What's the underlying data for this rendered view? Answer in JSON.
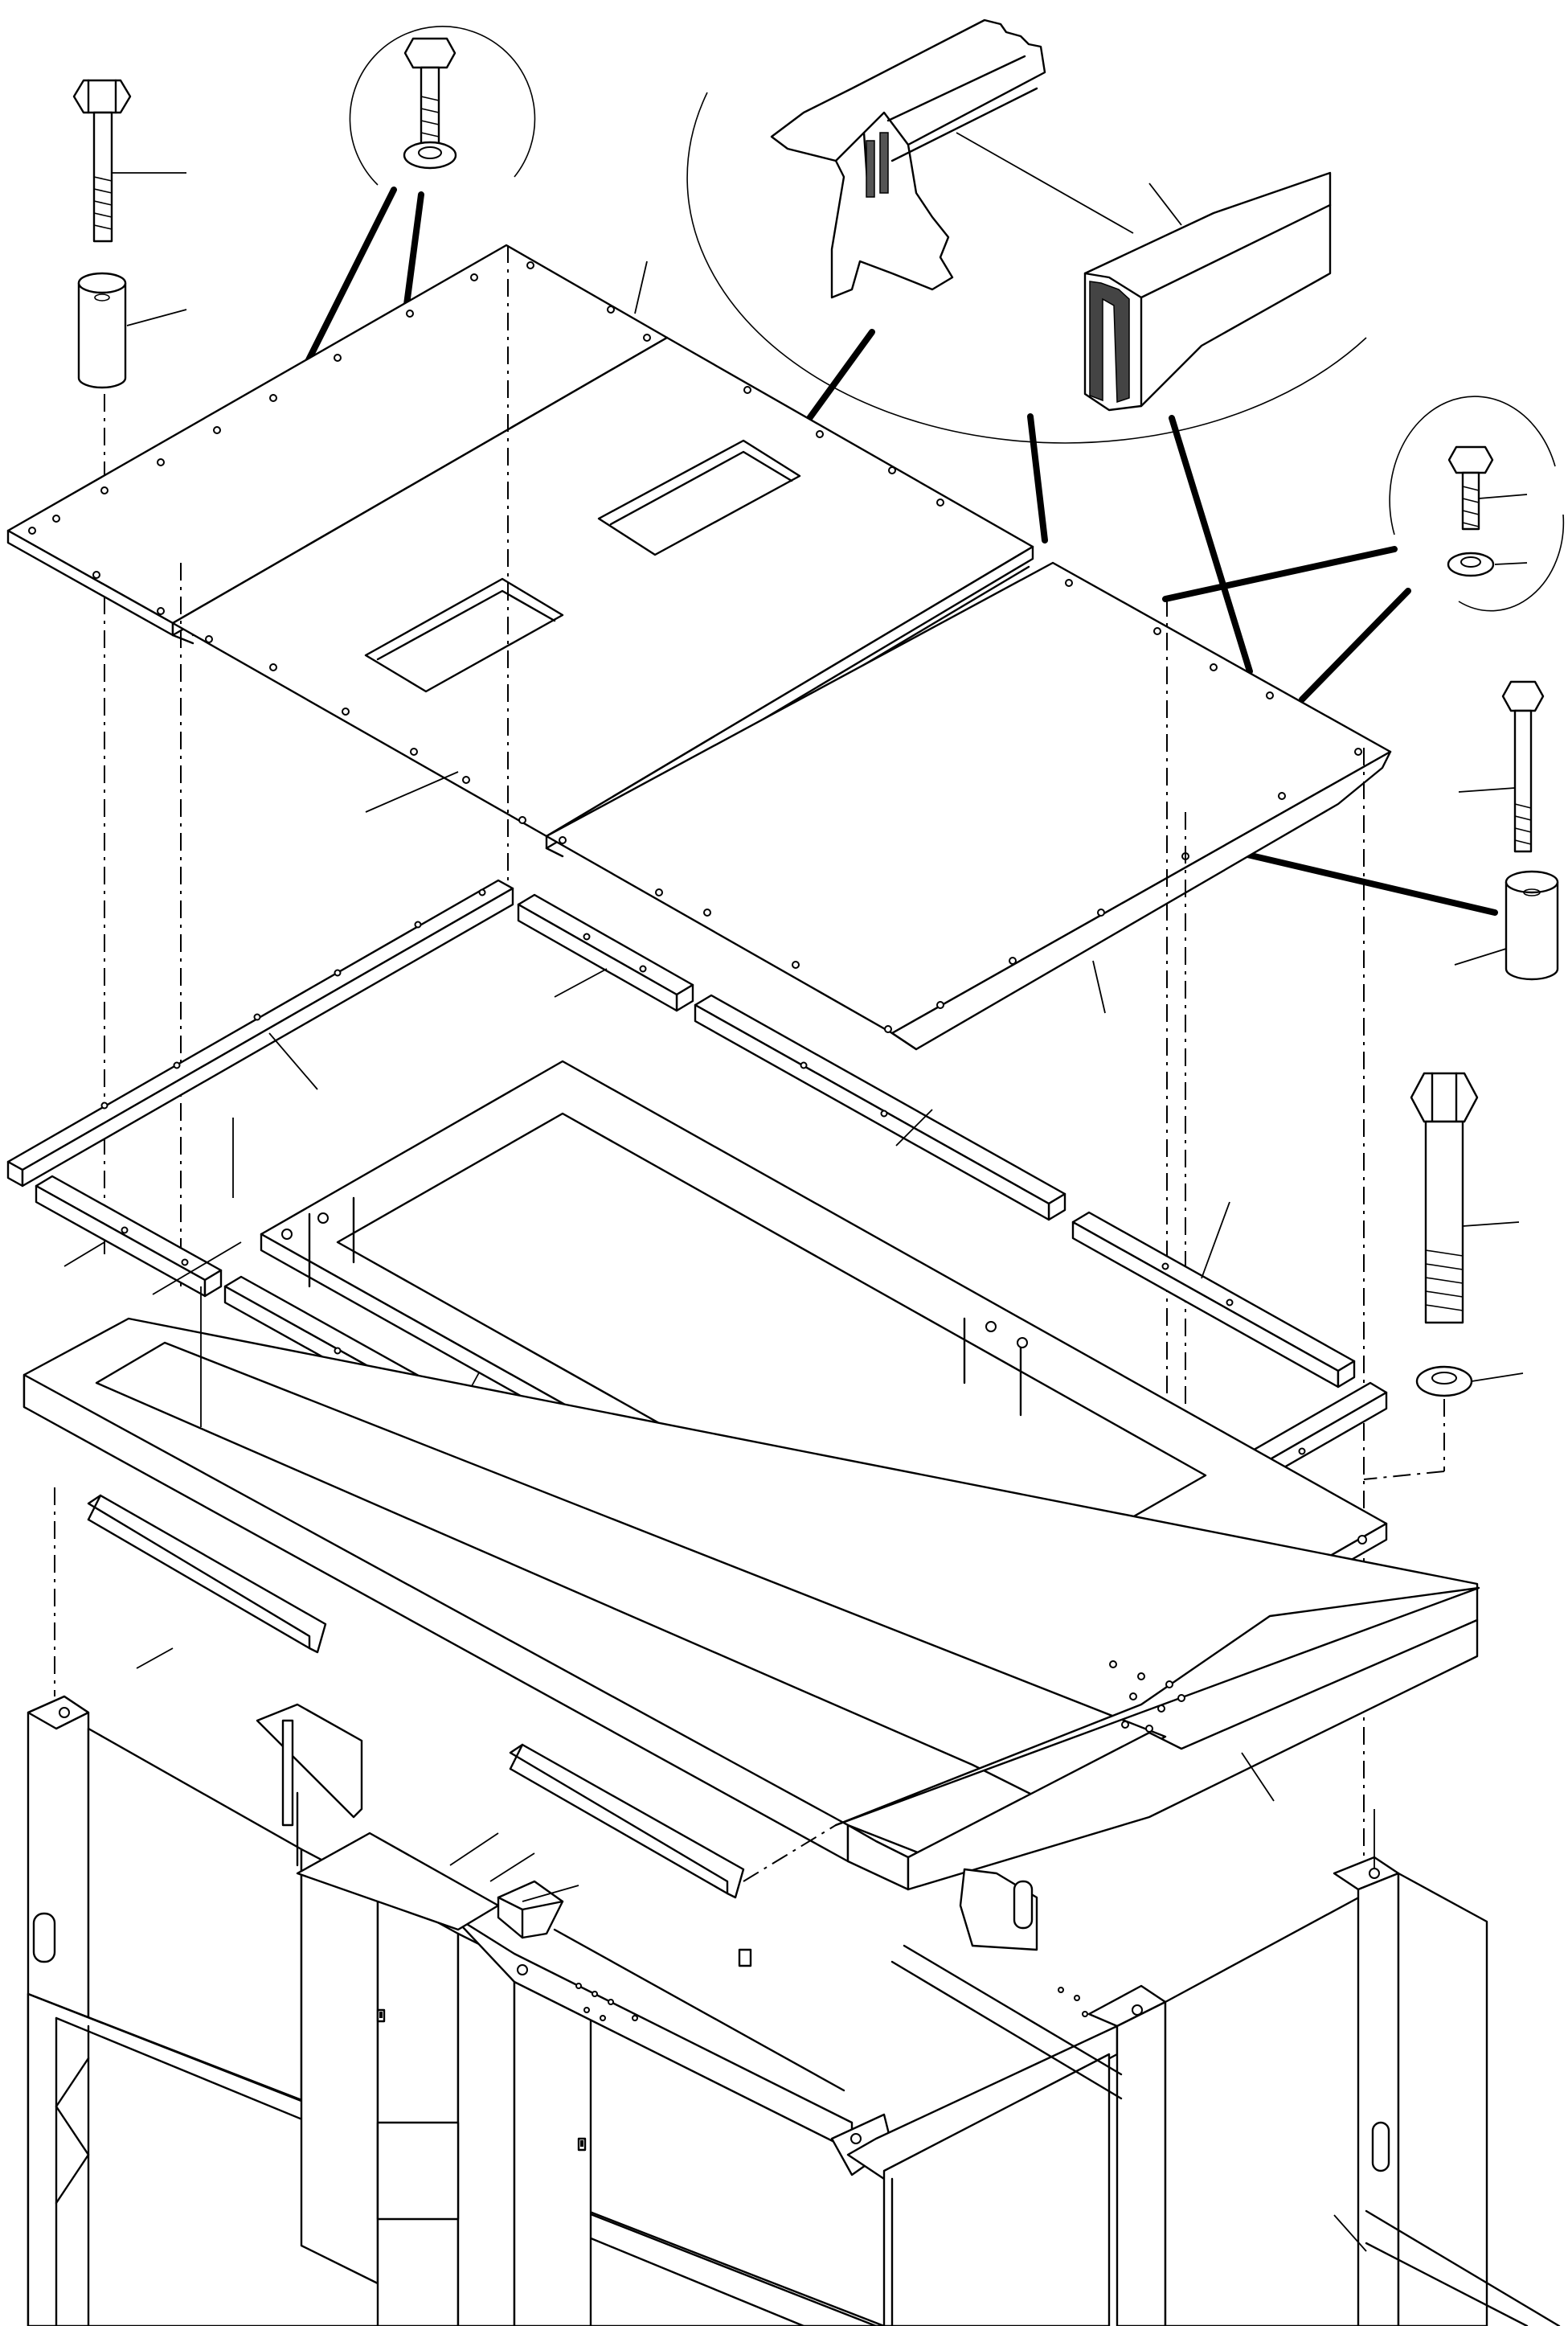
{
  "drawing": {
    "type": "exploded-assembly-view",
    "line_color": "#000000",
    "background": "#ffffff",
    "detail_circles": [
      "bolt-and-washer-detail",
      "edge-seal-detail",
      "bolt-and-lockwasher-detail"
    ]
  }
}
